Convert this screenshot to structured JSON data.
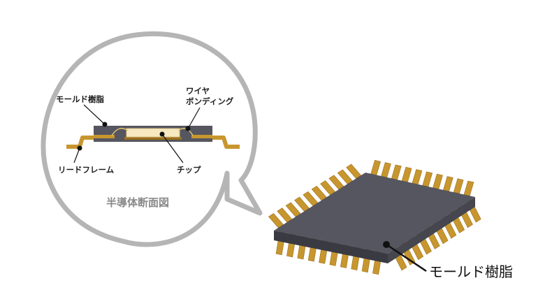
{
  "colors": {
    "bubble_border": "#b5b5b5",
    "mold_top": "#55565f",
    "mold_side": "#3a3b42",
    "lead_gold": "#c8962e",
    "lead_gold_dark": "#9c6f1c",
    "chip": "#f7e9c0",
    "label_text": "#1e1e1e",
    "caption_text": "#8a8a8a"
  },
  "cross_section": {
    "caption": "半導体断面図",
    "label_mold": "モールド樹脂",
    "label_wire_line1": "ワイヤ",
    "label_wire_line2": "ボンディング",
    "label_leadframe": "リードフレーム",
    "label_chip": "チップ"
  },
  "package": {
    "label_mold": "モールド樹脂"
  }
}
